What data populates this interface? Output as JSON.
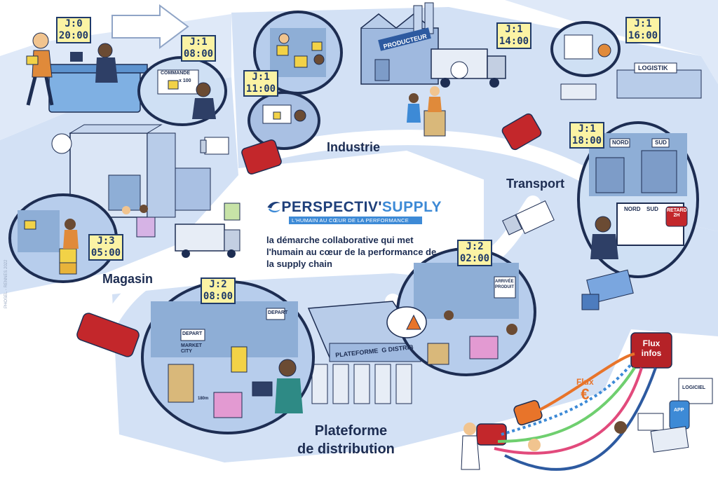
{
  "brand": {
    "name_part1": "PERSPECTIV'",
    "name_part2": "SUPPLY",
    "tagline": "L'HUMAIN AU CŒUR DE LA PERFORMANCE",
    "description": "la démarche collaborative qui met l'humain au cœur de la performance de la supply chain"
  },
  "sections": {
    "industrie": "Industrie",
    "transport": "Transport",
    "magasin": "Magasin",
    "plateforme_line1": "Plateforme",
    "plateforme_line2": "de distribution"
  },
  "time_tags": [
    {
      "day": "J:0",
      "time": "20:00"
    },
    {
      "day": "J:1",
      "time": "08:00"
    },
    {
      "day": "J:1",
      "time": "11:00"
    },
    {
      "day": "J:1",
      "time": "14:00"
    },
    {
      "day": "J:1",
      "time": "16:00"
    },
    {
      "day": "J:1",
      "time": "18:00"
    },
    {
      "day": "J:2",
      "time": "02:00"
    },
    {
      "day": "J:2",
      "time": "08:00"
    },
    {
      "day": "J:3",
      "time": "05:00"
    }
  ],
  "signs": {
    "producteur": "PRODUCTEUR",
    "logistic": "LOGISTIK",
    "nord": "NORD",
    "sud": "SUD",
    "retard_line1": "RETARD",
    "retard_line2": "2H",
    "plateforme_roof": "PLATEFORME  G DISTRIB",
    "depart": "DEPART",
    "market_city_line1": "MARKET",
    "market_city_line2": "CITY",
    "arrivee_produit_line1": "ARRIVÉE",
    "arrivee_produit_line2": "PRODUIT",
    "commande": "COMMANDE",
    "commande_qty": "x 100",
    "logiciel": "LOGICIEL",
    "app": "APP",
    "height_mark": "180m",
    "credit": "PHOSEL - RENNES 2022"
  },
  "flux": {
    "money_label": "Flux",
    "money_symbol": "€",
    "info_line1": "Flux",
    "info_line2": "infos"
  },
  "colors": {
    "ground": "#c9daf3",
    "ground_dark": "#a9c3ea",
    "navy": "#1d2d52",
    "accent_blue": "#3d8ad6",
    "tag_yellow": "#fbf3a4",
    "red_tube": "#c3272b",
    "orange_flux": "#e8742a"
  }
}
